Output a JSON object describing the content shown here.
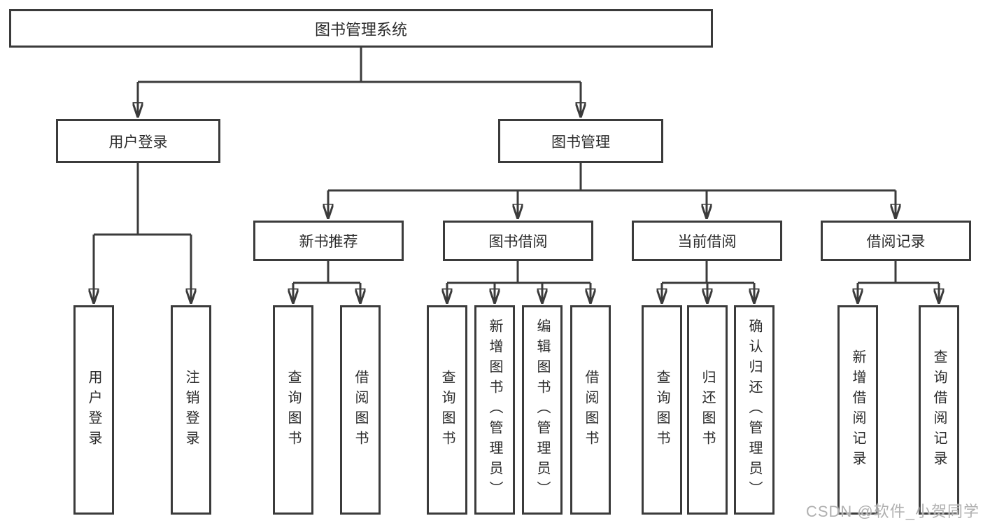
{
  "colors": {
    "background": "#ffffff",
    "line": "#3b3b3b",
    "box_border": "#3b3b3b",
    "box_fill": "#ffffff",
    "text": "#2b2b2b",
    "watermark": "#b0b0b0"
  },
  "diagram": {
    "root": {
      "label": "图书管理系统"
    },
    "branches": [
      {
        "label": "用户登录",
        "children": [
          {
            "label": "用户登录"
          },
          {
            "label": "注销登录"
          }
        ]
      },
      {
        "label": "图书管理",
        "children": [
          {
            "label": "新书推荐",
            "children": [
              {
                "label": "查询图书"
              },
              {
                "label": "借阅图书"
              }
            ]
          },
          {
            "label": "图书借阅",
            "children": [
              {
                "label": "查询图书"
              },
              {
                "label": "新增图书（管理员）"
              },
              {
                "label": "编辑图书（管理员）"
              },
              {
                "label": "借阅图书"
              }
            ]
          },
          {
            "label": "当前借阅",
            "children": [
              {
                "label": "查询图书"
              },
              {
                "label": "归还图书"
              },
              {
                "label": "确认归还（管理员）"
              }
            ]
          },
          {
            "label": "借阅记录",
            "children": [
              {
                "label": "新增借阅记录"
              },
              {
                "label": "查询借阅记录"
              }
            ]
          }
        ]
      }
    ]
  },
  "watermark": {
    "text": "CSDN @软件_小贺同学"
  }
}
